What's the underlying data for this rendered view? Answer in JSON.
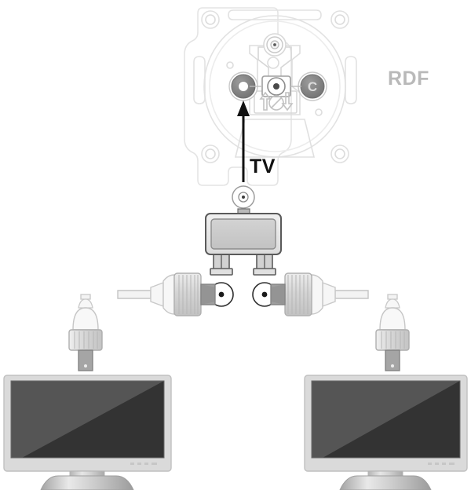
{
  "diagram": {
    "title": "TV antenna outlet to two-way splitter to two televisions",
    "labels": {
      "rdf": "RDF",
      "tv_arrow": "TV",
      "outlet_port_c": "C"
    },
    "colors": {
      "background": "#ffffff",
      "outline_faint": "#e2e2e2",
      "outline_light": "#d2d2d2",
      "outline_mid": "#9a9a9a",
      "outline_dark": "#555555",
      "black": "#111111",
      "rdf_text": "#b9b9b9",
      "port_ring": "#8e8e8e",
      "port_body": "#7d7d7d",
      "splitter_panel": "#c9c9c9",
      "splitter_case": "#e8e8e8",
      "plug_body": "#f2f2f2",
      "plug_collar": "#dcdcdc",
      "plug_pin": "#a8a8a8",
      "tv_bezel": "#d8d8d8",
      "tv_screen_light": "#555555",
      "tv_screen_dark": "#333333",
      "tv_stand": "#c0c0c0"
    },
    "components": [
      {
        "id": "wall-outlet",
        "name": "antenna-wall-outlet",
        "description": "Faint line-art antenna wall socket with mounting frame, screw holes and three connector ports",
        "ports": [
          "TV",
          "center-screw",
          "C"
        ]
      },
      {
        "id": "splitter",
        "name": "two-way-splitter",
        "description": "Two-way coaxial splitter with one input connector on top and two output legs",
        "input_count": 1,
        "output_count": 2
      },
      {
        "id": "cable-left",
        "name": "coax-cable-left",
        "description": "Coaxial patch cable with knurled plug facing right toward splitter output"
      },
      {
        "id": "cable-right",
        "name": "coax-cable-right",
        "description": "Coaxial patch cable with knurled plug facing left toward splitter output"
      },
      {
        "id": "tv-left",
        "name": "television-left",
        "description": "Flat panel television with pedestal stand and antenna plug inserted from above"
      },
      {
        "id": "tv-right",
        "name": "television-right",
        "description": "Flat panel television with pedestal stand and antenna plug inserted from above"
      }
    ],
    "connections": [
      {
        "from": "wall-outlet.TV",
        "to": "splitter.input",
        "indicator": "arrow-up"
      },
      {
        "from": "splitter.output-1",
        "to": "tv-left.antenna-in"
      },
      {
        "from": "splitter.output-2",
        "to": "tv-right.antenna-in"
      }
    ]
  }
}
